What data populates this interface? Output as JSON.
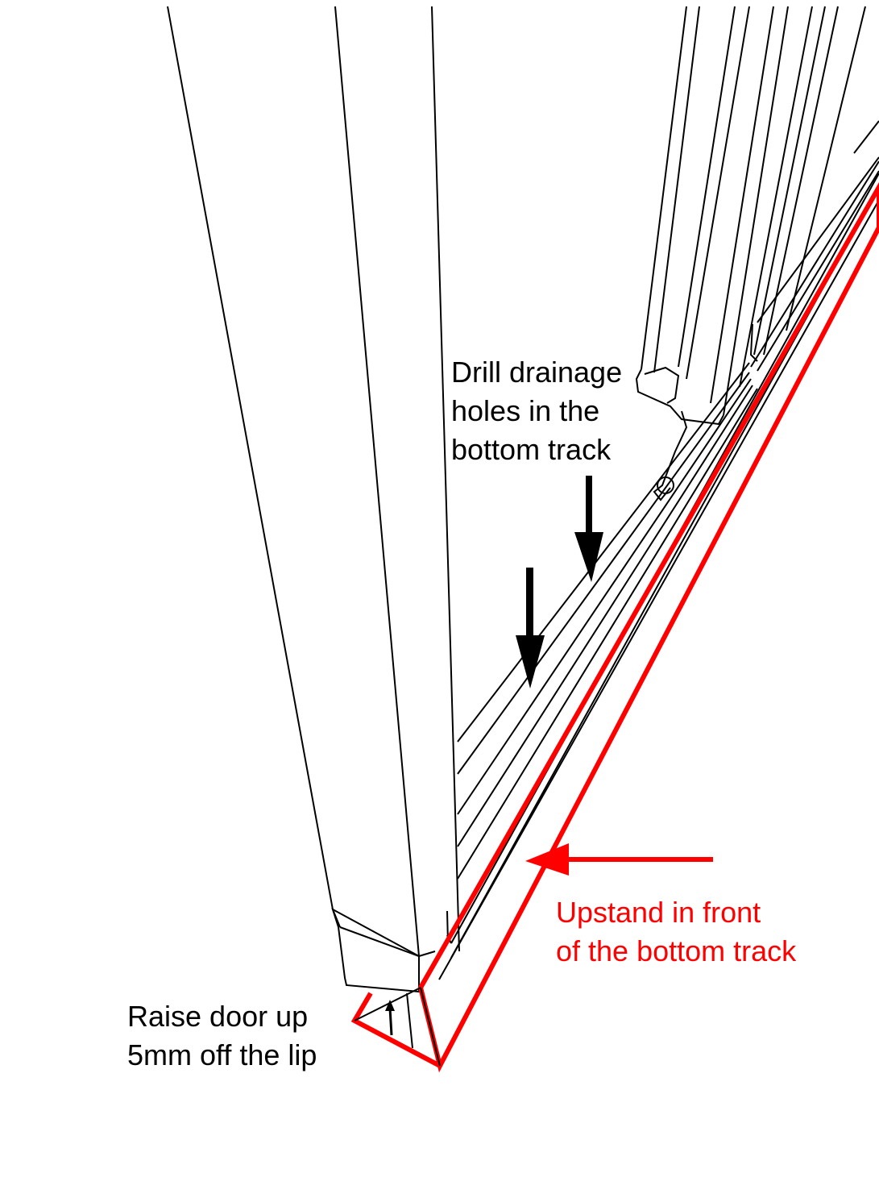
{
  "annotations": {
    "drainage": {
      "lines": [
        "Drill drainage",
        "holes in the",
        "bottom track"
      ]
    },
    "upstand": {
      "lines": [
        "Upstand in front",
        "of the bottom track"
      ]
    },
    "raise": {
      "lines": [
        "Raise door up",
        "5mm off the lip"
      ]
    }
  },
  "colors": {
    "line": "#000000",
    "highlight": "#ff0000",
    "background": "#ffffff"
  }
}
